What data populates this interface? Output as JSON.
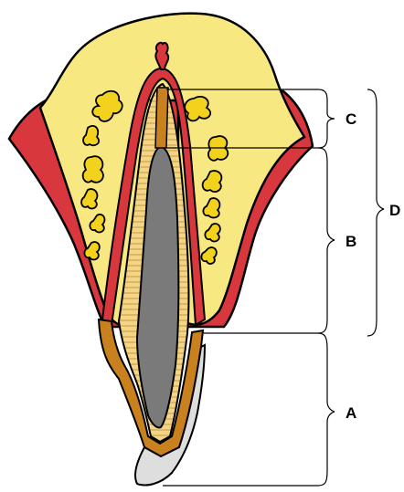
{
  "labels": {
    "a": "A",
    "b": "B",
    "c": "C",
    "d": "D"
  },
  "colors": {
    "bone": "#f8e882",
    "gum": "#d8373e",
    "pulp": "#7a7a7a",
    "dentin": "#f3d58a",
    "root_layer": "#c9811f",
    "enamel": "#dedede",
    "marrow": "#f2d21c",
    "outline": "#000000"
  }
}
